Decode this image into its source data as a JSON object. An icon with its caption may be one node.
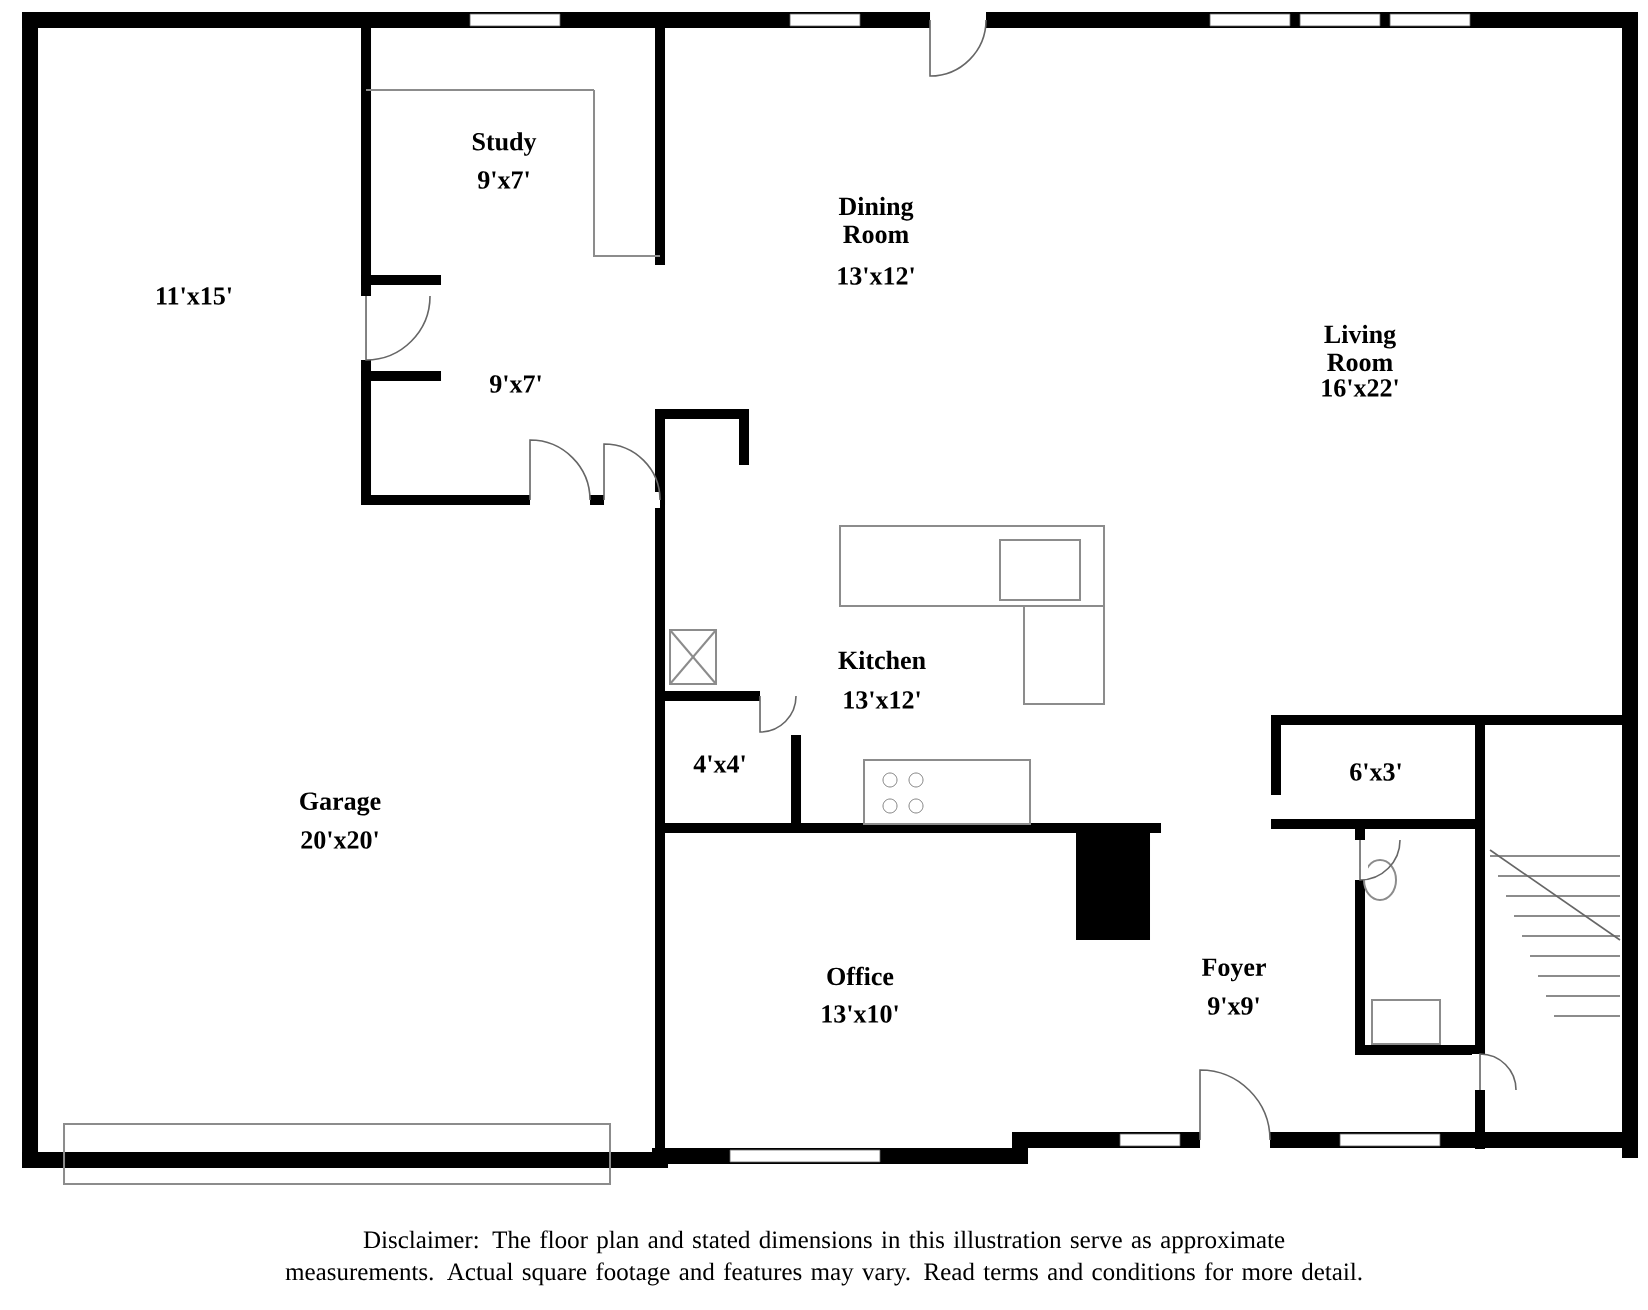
{
  "diagram": {
    "caption": "Disclaimer: The floor plan and stated dimensions in this illustration serve as approximate measurements. Actual square footage and features may vary. Read terms and conditions for more detail.",
    "labels": [
      "Study",
      "9'x7'",
      "Dining Room",
      "13'x12'",
      "11'x15'",
      "Living Room",
      "16'x22'",
      "9'x7'",
      "Kitchen",
      "13'x12'",
      "4'x4'",
      "6'x3'",
      "Garage",
      "20'x20'",
      "Office",
      "13'x10'",
      "Foyer",
      "9'x9'"
    ]
  }
}
